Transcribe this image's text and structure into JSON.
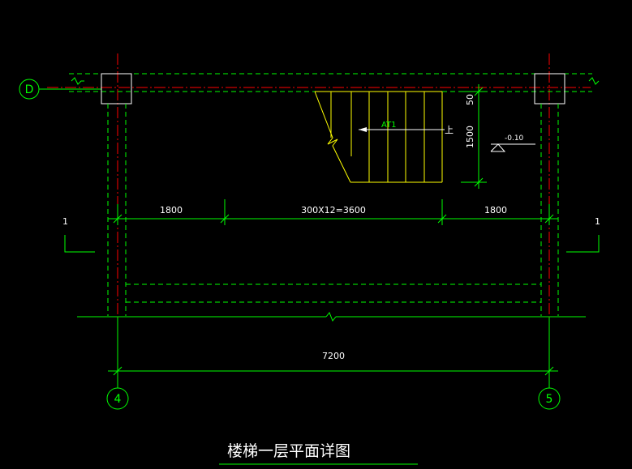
{
  "title": "楼梯一层平面详图",
  "axis_labels": {
    "row": "D",
    "col_left": "4",
    "col_right": "5"
  },
  "section_marks": {
    "left": "1",
    "right": "1"
  },
  "dimensions": {
    "left_span": "1800",
    "stair_span": "300X12=3600",
    "right_span": "1800",
    "total_span": "7200",
    "vertical_top": "50",
    "vertical_main": "1500"
  },
  "stair": {
    "label": "AT1",
    "direction": "上"
  },
  "elevation": "-0.10",
  "colors": {
    "background": "#000000",
    "axis": "#ff0000",
    "dim": "#00ff00",
    "wall": "#00ff00",
    "stair": "#ffff00",
    "text": "#ffffff",
    "hatch": "#ffffff"
  }
}
